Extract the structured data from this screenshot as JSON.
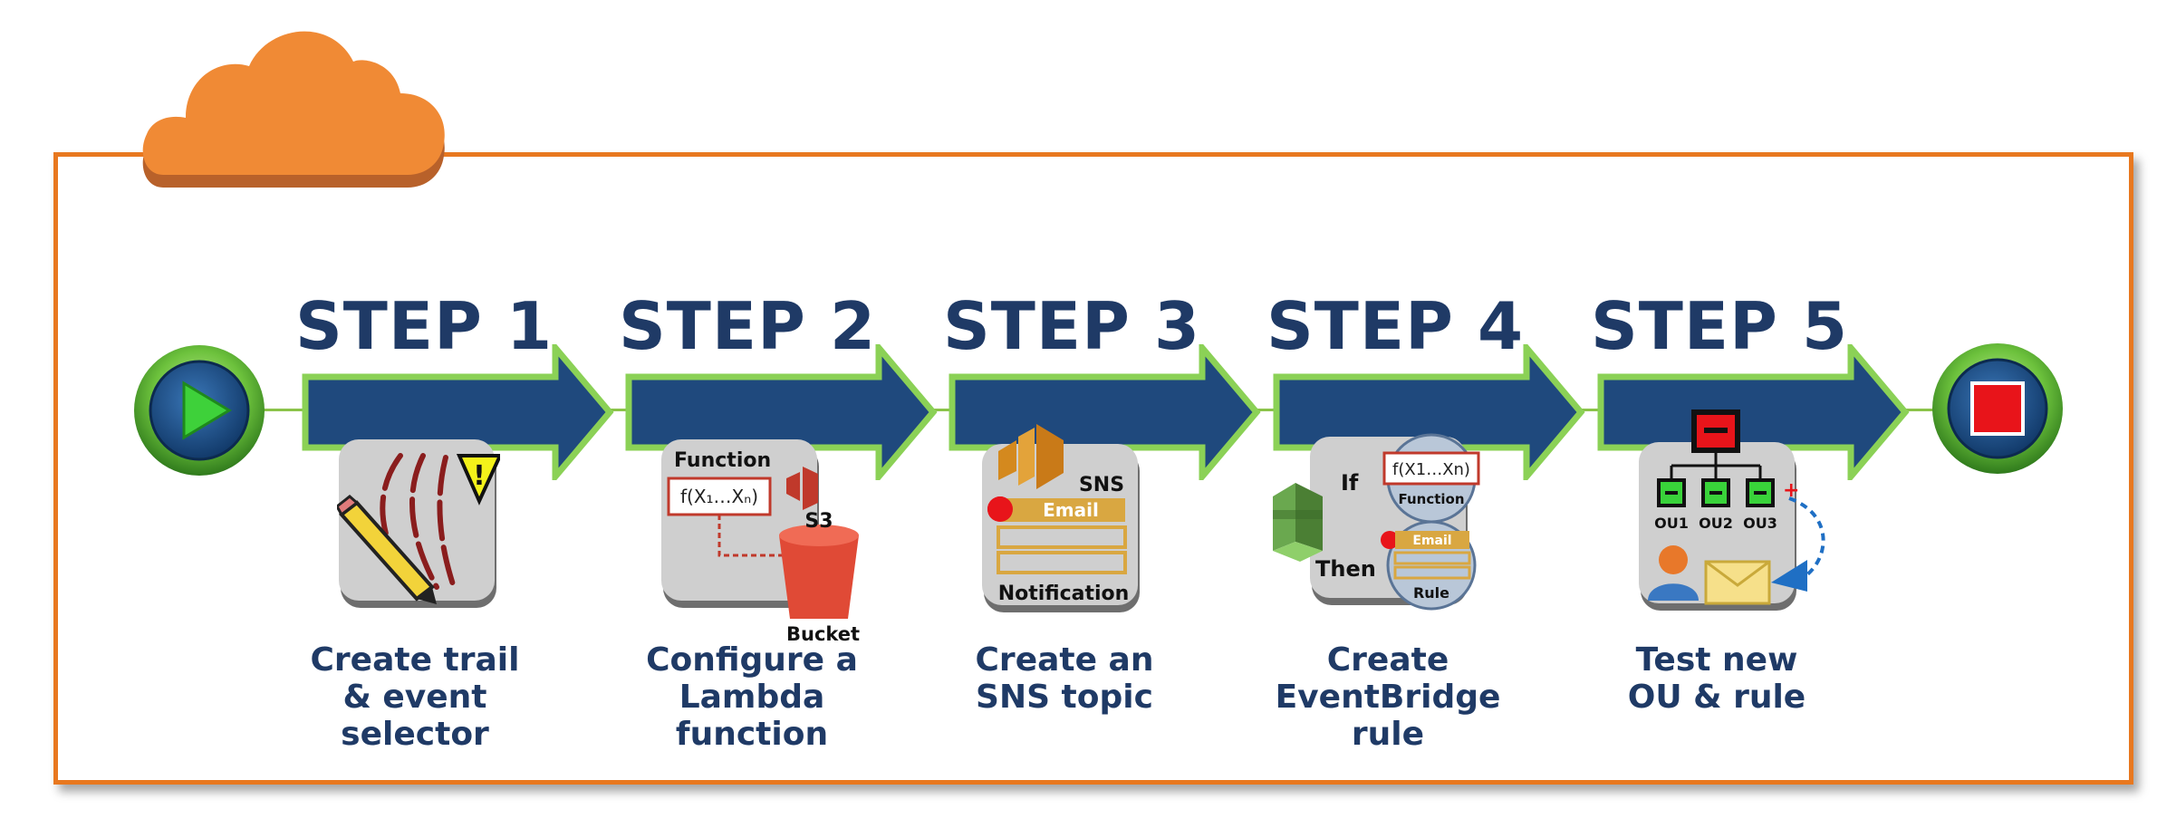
{
  "colors": {
    "cloud": "#f08a35",
    "frame": "#e8781f",
    "arrow_fill": "#1f497d",
    "arrow_outline": "#8bd156",
    "title_text": "#1f3a66",
    "start_green": "#44c23a",
    "stop_red": "#e8141a"
  },
  "icons": {
    "cloud": "cloud-icon",
    "start": "play-icon",
    "stop": "stop-icon"
  },
  "steps": [
    {
      "title": "STEP 1",
      "caption": "Create trail\n& event\nselector",
      "icon": "trail-pencil-warning-icon"
    },
    {
      "title": "STEP 2",
      "caption": "Configure a\nLambda function",
      "icon": "lambda-function-icon",
      "labels": {
        "function": "Function",
        "formula": "f(X₁…Xₙ)",
        "s3": "S3",
        "bucket": "Bucket"
      }
    },
    {
      "title": "STEP 3",
      "caption": "Create an\nSNS topic",
      "icon": "sns-topic-icon",
      "labels": {
        "sns": "SNS",
        "email": "Email",
        "notification": "Notification"
      }
    },
    {
      "title": "STEP 4",
      "caption": "Create\nEventBridge\nrule",
      "icon": "eventbridge-rule-icon",
      "labels": {
        "if": "If",
        "then": "Then",
        "formula": "f(X1…Xn)",
        "function": "Function",
        "email": "Email",
        "rule": "Rule"
      }
    },
    {
      "title": "STEP 5",
      "caption": "Test new\nOU & rule",
      "icon": "organization-ou-icon",
      "labels": {
        "ou1": "OU1",
        "ou2": "OU2",
        "ou3": "OU3",
        "plus": "+"
      }
    }
  ]
}
